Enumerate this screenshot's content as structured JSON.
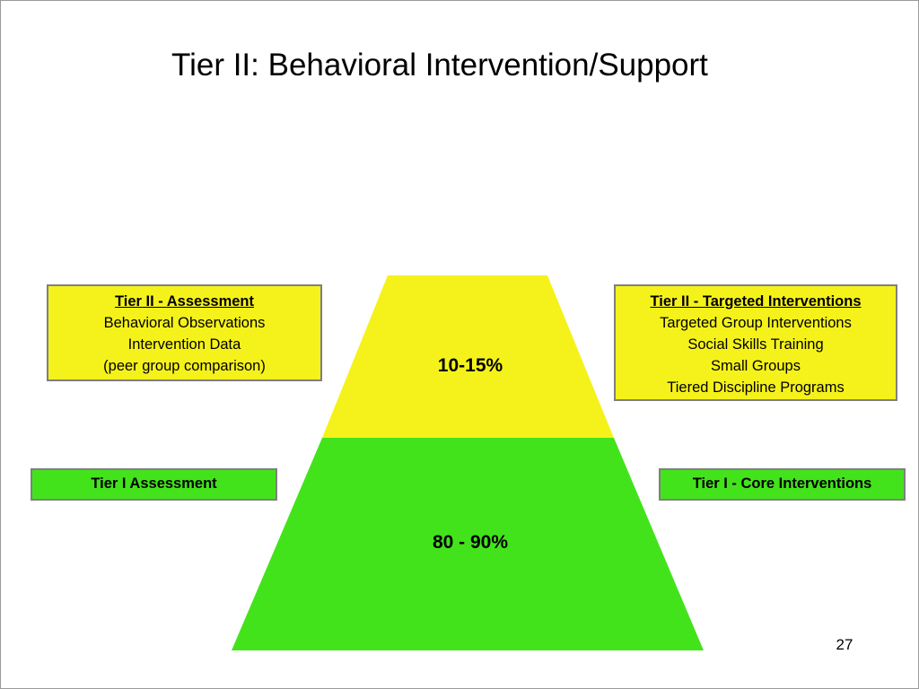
{
  "slide": {
    "title": "Tier II: Behavioral Intervention/Support",
    "page_number": "27"
  },
  "pyramid": {
    "top_tier": {
      "label": "10-15%",
      "color": "#f5f21b"
    },
    "bottom_tier": {
      "label": "80 - 90%",
      "color": "#43e31c"
    }
  },
  "boxes": {
    "tier2_assessment": {
      "title": "Tier II - Assessment",
      "lines": [
        "Behavioral Observations",
        "Intervention Data",
        "(peer group comparison)"
      ]
    },
    "tier2_interventions": {
      "title": "Tier II - Targeted Interventions",
      "lines": [
        "Targeted Group Interventions",
        "Social Skills Training",
        "Small Groups",
        "Tiered Discipline Programs"
      ]
    },
    "tier1_assessment": {
      "label": "Tier I Assessment"
    },
    "tier1_interventions": {
      "label": "Tier I - Core Interventions"
    }
  },
  "colors": {
    "yellow": "#f5f21b",
    "green": "#43e31c",
    "border": "#7f7f7f"
  }
}
